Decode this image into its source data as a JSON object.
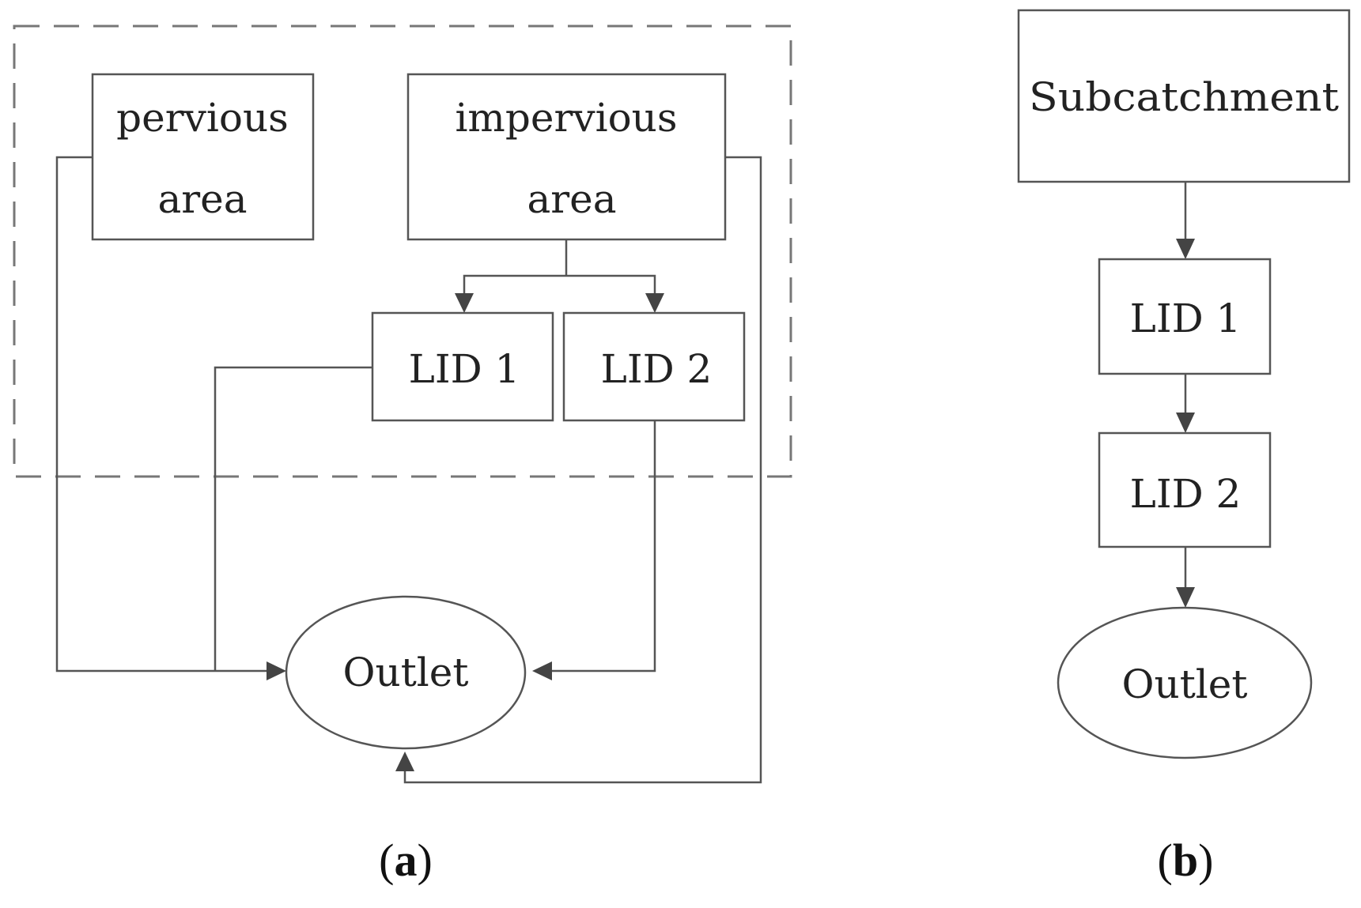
{
  "panel_a": {
    "pervious": {
      "line1": "pervious",
      "line2": "area"
    },
    "impervious": {
      "line1": "impervious",
      "line2": "area"
    },
    "lid1": "LID 1",
    "lid2": "LID 2",
    "outlet": "Outlet",
    "caption": {
      "open": "(",
      "letter": "a",
      "close": ")"
    }
  },
  "panel_b": {
    "subcatchment": "Subcatchment",
    "lid1": "LID 1",
    "lid2": "LID 2",
    "outlet": "Outlet",
    "caption": {
      "open": "(",
      "letter": "b",
      "close": ")"
    }
  }
}
